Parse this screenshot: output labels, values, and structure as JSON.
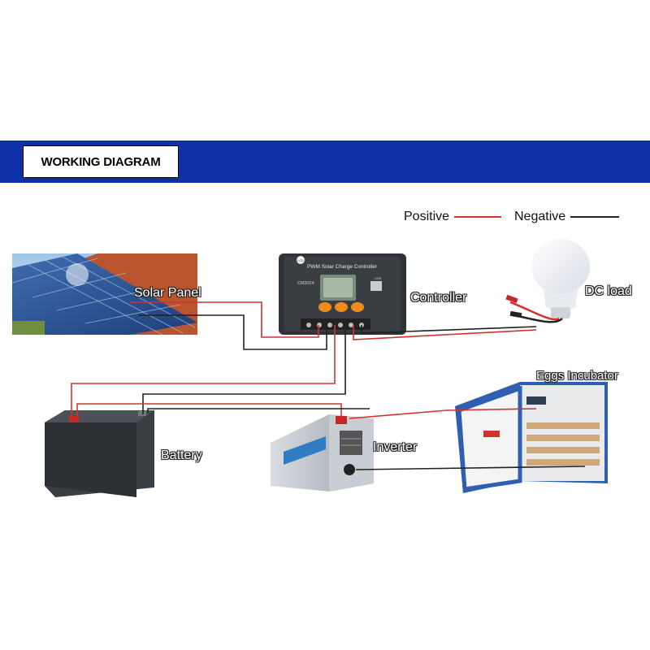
{
  "header": {
    "title": "WORKING DIAGRAM"
  },
  "legend": {
    "positive": {
      "label": "Positive",
      "color": "#d2322f"
    },
    "negative": {
      "label": "Negative",
      "color": "#222222"
    }
  },
  "components": {
    "solar_panel": "Solar Panel",
    "controller": "Controller",
    "dc_load": "DC load",
    "battery": "Battery",
    "inverter": "Inverter",
    "incubator": "Eggs Incubator"
  },
  "device_text": {
    "controller_title": "PWM Solar Charge Controller",
    "controller_model": "CM3024",
    "controller_brand": "LCD",
    "controller_usb": "USB"
  },
  "colors": {
    "banner": "#0f2fa8",
    "positive_wire": "#d2322f",
    "negative_wire": "#222222"
  }
}
